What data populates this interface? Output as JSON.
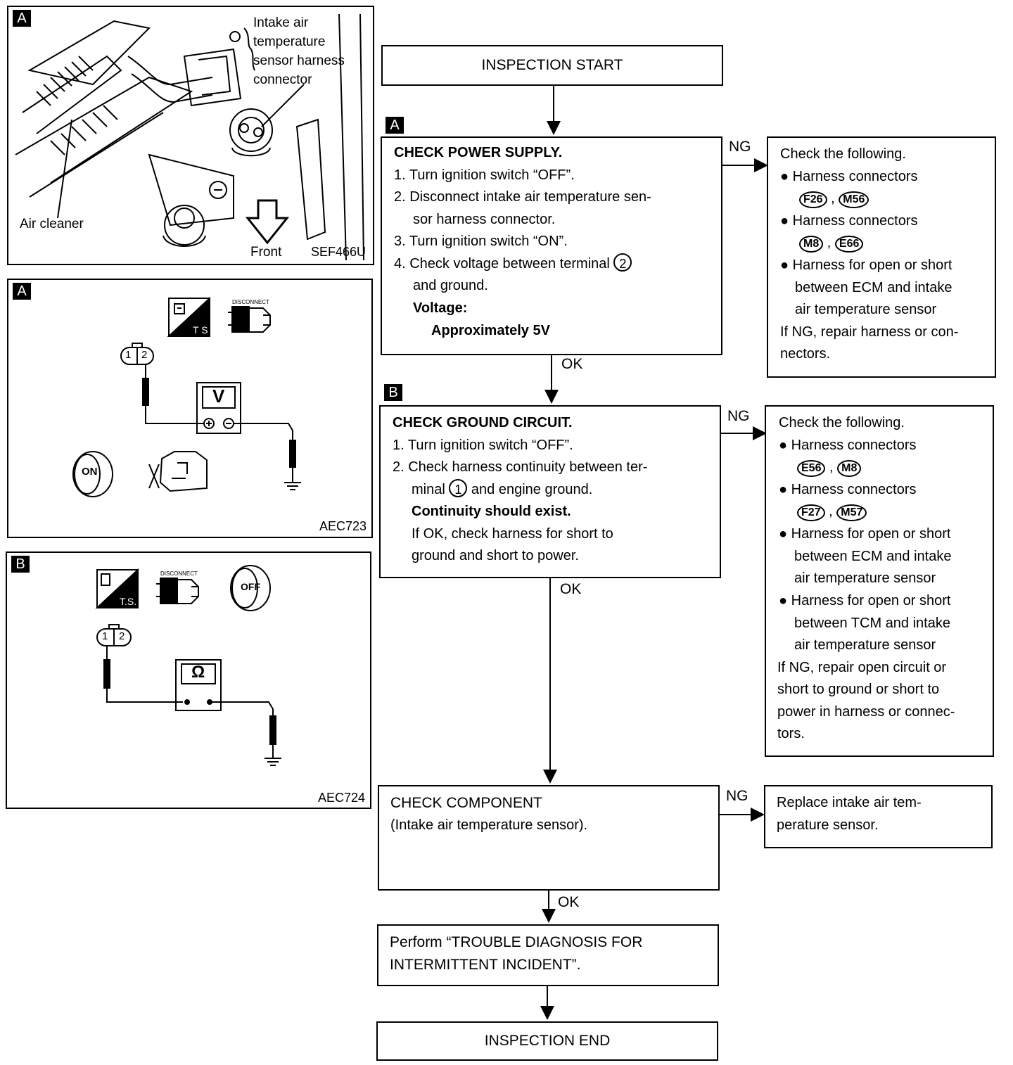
{
  "panels": {
    "a_photo": {
      "tag": "A",
      "callout": [
        "Intake air",
        "temperature",
        "sensor harness",
        "connector"
      ],
      "air_cleaner": "Air cleaner",
      "front": "Front",
      "code": "SEF466U"
    },
    "a_meter": {
      "tag": "A",
      "disconnect": "DISCONNECT",
      "pins": [
        "1",
        "2"
      ],
      "meter_letter": "V",
      "ts": "T.S",
      "on": "ON",
      "code": "AEC723"
    },
    "b_meter": {
      "tag": "B",
      "disconnect": "DISCONNECT",
      "pins": [
        "1",
        "2"
      ],
      "meter_letter": "Ω",
      "ts": "T.S.",
      "off": "OFF",
      "code": "AEC724"
    }
  },
  "flow": {
    "start": "INSPECTION START",
    "step_a": {
      "tag": "A",
      "title": "CHECK POWER SUPPLY.",
      "l1": "1. Turn ignition switch “OFF”.",
      "l2": "2. Disconnect intake air temperature sen-",
      "l3": "sor harness connector.",
      "l4": "3. Turn ignition switch “ON”.",
      "l5a": "4. Check voltage between terminal",
      "l5term": "2",
      "l6": "and ground.",
      "v_label": "Voltage:",
      "v_value": "Approximately 5V"
    },
    "ng_a": {
      "head": "Check the following.",
      "b1": "Harness connectors",
      "b1c": [
        "F26",
        "M56"
      ],
      "b2": "Harness connectors",
      "b2c": [
        "M8",
        "E66"
      ],
      "b3": "Harness for open or short",
      "b3l2": "between ECM and intake",
      "b3l3": "air temperature sensor",
      "f1": "If NG, repair harness or con-",
      "f2": "nectors."
    },
    "step_b": {
      "tag": "B",
      "title": "CHECK GROUND CIRCUIT.",
      "l1": "1. Turn ignition switch “OFF”.",
      "l2": "2. Check harness continuity between ter-",
      "l3a": "minal",
      "l3term": "1",
      "l3b": "and engine ground.",
      "cont": "Continuity should exist.",
      "l5": "If OK, check harness for short to",
      "l6": "ground and short to power."
    },
    "ng_b": {
      "head": "Check the following.",
      "b1": "Harness connectors",
      "b1c": [
        "E56",
        "M8"
      ],
      "b2": "Harness connectors",
      "b2c": [
        "F27",
        "M57"
      ],
      "b3": "Harness for open or short",
      "b3l2": "between ECM and intake",
      "b3l3": "air temperature sensor",
      "b4": "Harness for open or short",
      "b4l2": "between TCM and intake",
      "b4l3": "air temperature sensor",
      "f1": "If NG, repair open circuit or",
      "f2": "short to ground or short to",
      "f3": "power in harness or connec-",
      "f4": "tors."
    },
    "component": {
      "l1": "CHECK COMPONENT",
      "l2": "(Intake air temperature sensor)."
    },
    "ng_c": {
      "l1": "Replace intake air tem-",
      "l2": "perature sensor."
    },
    "perform": {
      "l1": "Perform “TROUBLE DIAGNOSIS FOR",
      "l2": "INTERMITTENT INCIDENT”."
    },
    "end": "INSPECTION END",
    "ng": "NG",
    "ok": "OK"
  }
}
